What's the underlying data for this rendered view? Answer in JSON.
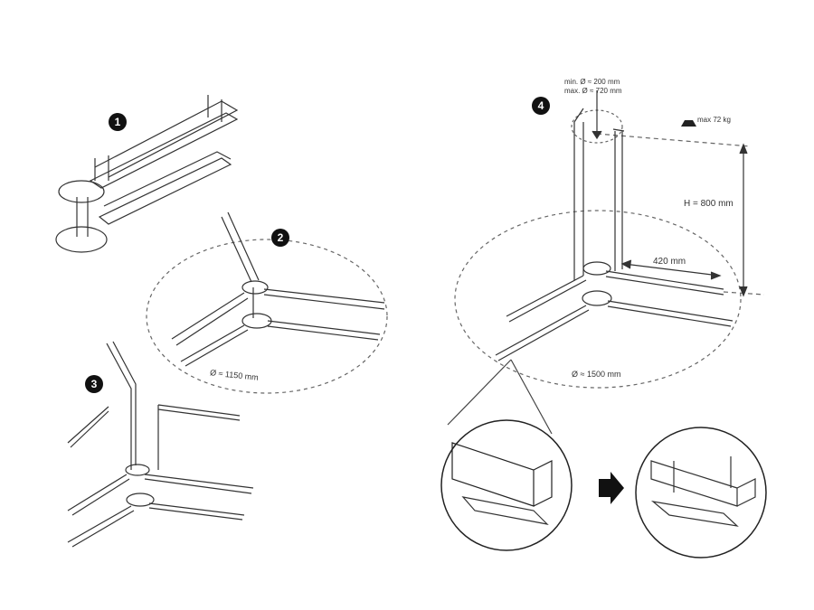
{
  "steps": [
    "1",
    "2",
    "3",
    "4"
  ],
  "labels": {
    "diameter_step2": "Ø ≈ 1150 mm",
    "diameter_step4": "Ø ≈ 1500 mm",
    "min_diameter": "min. Ø ≈ 200 mm",
    "max_diameter": "max. Ø ≈ 720 mm",
    "max_weight": "max 72 kg",
    "height": "H = 800 mm",
    "arm_length": "420 mm"
  },
  "icons": [
    "weight-icon",
    "arrow-right-icon"
  ]
}
